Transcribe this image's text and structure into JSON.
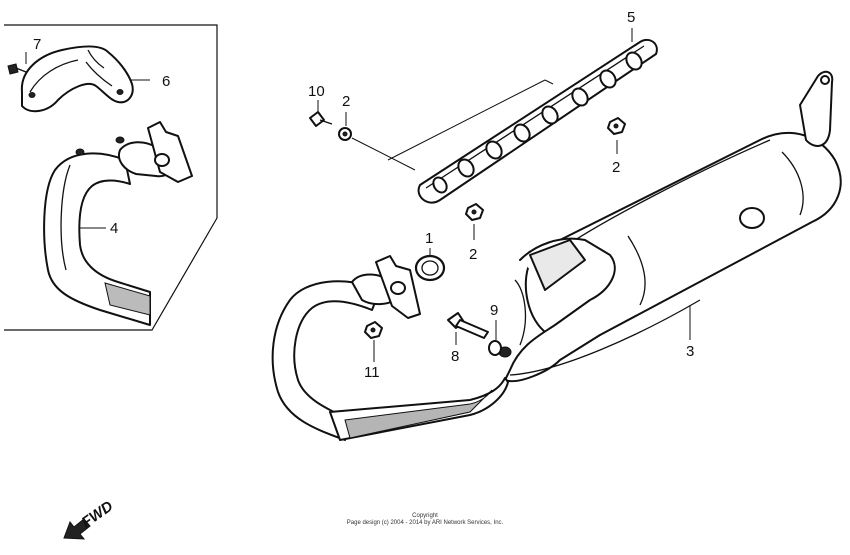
{
  "callouts": {
    "c1": "1",
    "c2a": "2",
    "c2b": "2",
    "c2c": "2",
    "c3": "3",
    "c4": "4",
    "c5": "5",
    "c6": "6",
    "c7": "7",
    "c8": "8",
    "c9": "9",
    "c10": "10",
    "c11": "11"
  },
  "direction_label": "FWD",
  "copyright": {
    "line1": "Copyright",
    "line2": "Page design (c) 2004 - 2014 by ARI Network Services, Inc."
  }
}
